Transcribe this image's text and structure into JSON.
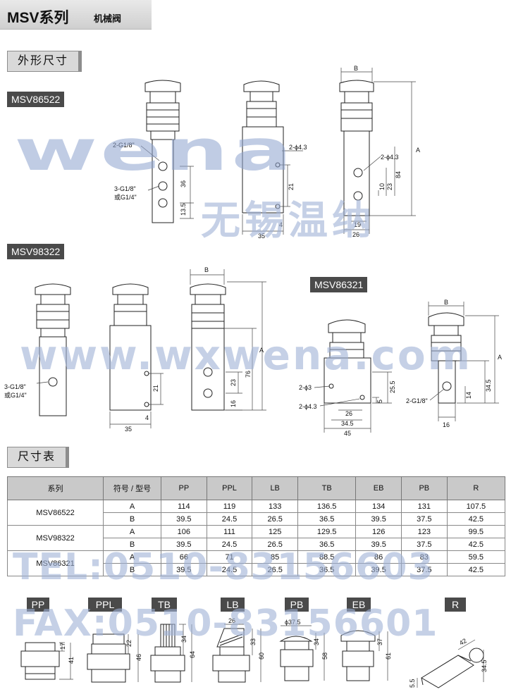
{
  "header": {
    "title": "MSV系列",
    "subtitle": "机械阀"
  },
  "sections": {
    "outline": "外形尺寸",
    "size_table": "尺寸表"
  },
  "models": {
    "m1": "MSV86522",
    "m2": "MSV98322",
    "m3": "MSV86321"
  },
  "watermark": {
    "brand": "wena",
    "company": "无锡温纳",
    "url": "www.wxwena.com",
    "tel": "TEL:0510-83156603",
    "fax": "FAX:0510-83156601"
  },
  "drawing1": {
    "ports_upper": "2-G1/8\"",
    "ports_lower_1": "3-G1/8\"",
    "ports_lower_2": "或G1/4\"",
    "d36": "36",
    "d13_5": "13.5",
    "d21": "21",
    "d4": "4",
    "d35": "35",
    "hole": "2-ϕ4.3",
    "hole2": "2-ϕ4.3",
    "B": "B",
    "A": "A",
    "d84": "84",
    "d23": "23",
    "d10": "10",
    "d19": "19",
    "d26": "26"
  },
  "drawing2": {
    "ports_1": "3-G1/8\"",
    "ports_2": "或G1/4\"",
    "d21": "21",
    "d35": "35",
    "d4": "4",
    "B": "B",
    "A": "A",
    "d76": "76",
    "d23": "23",
    "d16": "16"
  },
  "drawing3": {
    "hole3": "2-ϕ3",
    "hole43": "2-ϕ4.3",
    "d25_5": "25.5",
    "d5": "5",
    "d26": "26",
    "d34_5": "34.5",
    "d45": "45",
    "B": "B",
    "A": "A",
    "port": "2-G1/8\"",
    "d14": "14",
    "d34_5b": "34.5",
    "d16": "16"
  },
  "table": {
    "headers": [
      "系列",
      "符号 / 型号",
      "PP",
      "PPL",
      "LB",
      "TB",
      "EB",
      "PB",
      "R"
    ],
    "rows": [
      {
        "series": "MSV86522",
        "A": [
          "114",
          "119",
          "133",
          "136.5",
          "134",
          "131",
          "107.5"
        ],
        "B": [
          "39.5",
          "24.5",
          "26.5",
          "36.5",
          "39.5",
          "37.5",
          "42.5"
        ]
      },
      {
        "series": "MSV98322",
        "A": [
          "106",
          "111",
          "125",
          "129.5",
          "126",
          "123",
          "99.5"
        ],
        "B": [
          "39.5",
          "24.5",
          "26.5",
          "36.5",
          "39.5",
          "37.5",
          "42.5"
        ]
      },
      {
        "series": "MSV86321",
        "A": [
          "66",
          "71",
          "85",
          "88.5",
          "86",
          "83",
          "59.5"
        ],
        "B": [
          "39.5",
          "24.5",
          "26.5",
          "36.5",
          "39.5",
          "37.5",
          "42.5"
        ]
      }
    ],
    "sym_a": "A",
    "sym_b": "B"
  },
  "accessories": {
    "labels": [
      "PP",
      "PPL",
      "TB",
      "LB",
      "PB",
      "EB",
      "R"
    ],
    "pp": {
      "h1": "17",
      "h2": "41"
    },
    "ppl": {
      "h1": "22",
      "h2": "46"
    },
    "tb": {
      "h1": "34",
      "h2": "64"
    },
    "lb": {
      "w": "26",
      "h1": "33",
      "h2": "60"
    },
    "pb": {
      "d": "ϕ37.5",
      "h1": "34",
      "h2": "58"
    },
    "eb": {
      "h1": "37",
      "h2": "61"
    },
    "r": {
      "w": "42",
      "h1": "34.5",
      "h2": "5.5"
    }
  }
}
